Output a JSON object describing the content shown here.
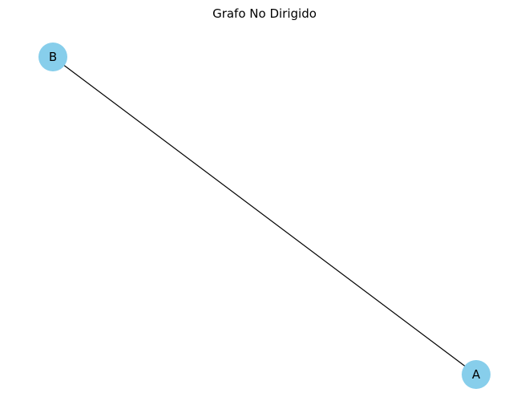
{
  "title": "Grafo No Dirigido",
  "graph": {
    "directed": false,
    "nodes": [
      {
        "id": "A",
        "label": "A",
        "color": "#87CEEB"
      },
      {
        "id": "B",
        "label": "B",
        "color": "#87CEEB"
      }
    ],
    "edges": [
      {
        "source": "B",
        "target": "A",
        "color": "#000000"
      }
    ]
  }
}
